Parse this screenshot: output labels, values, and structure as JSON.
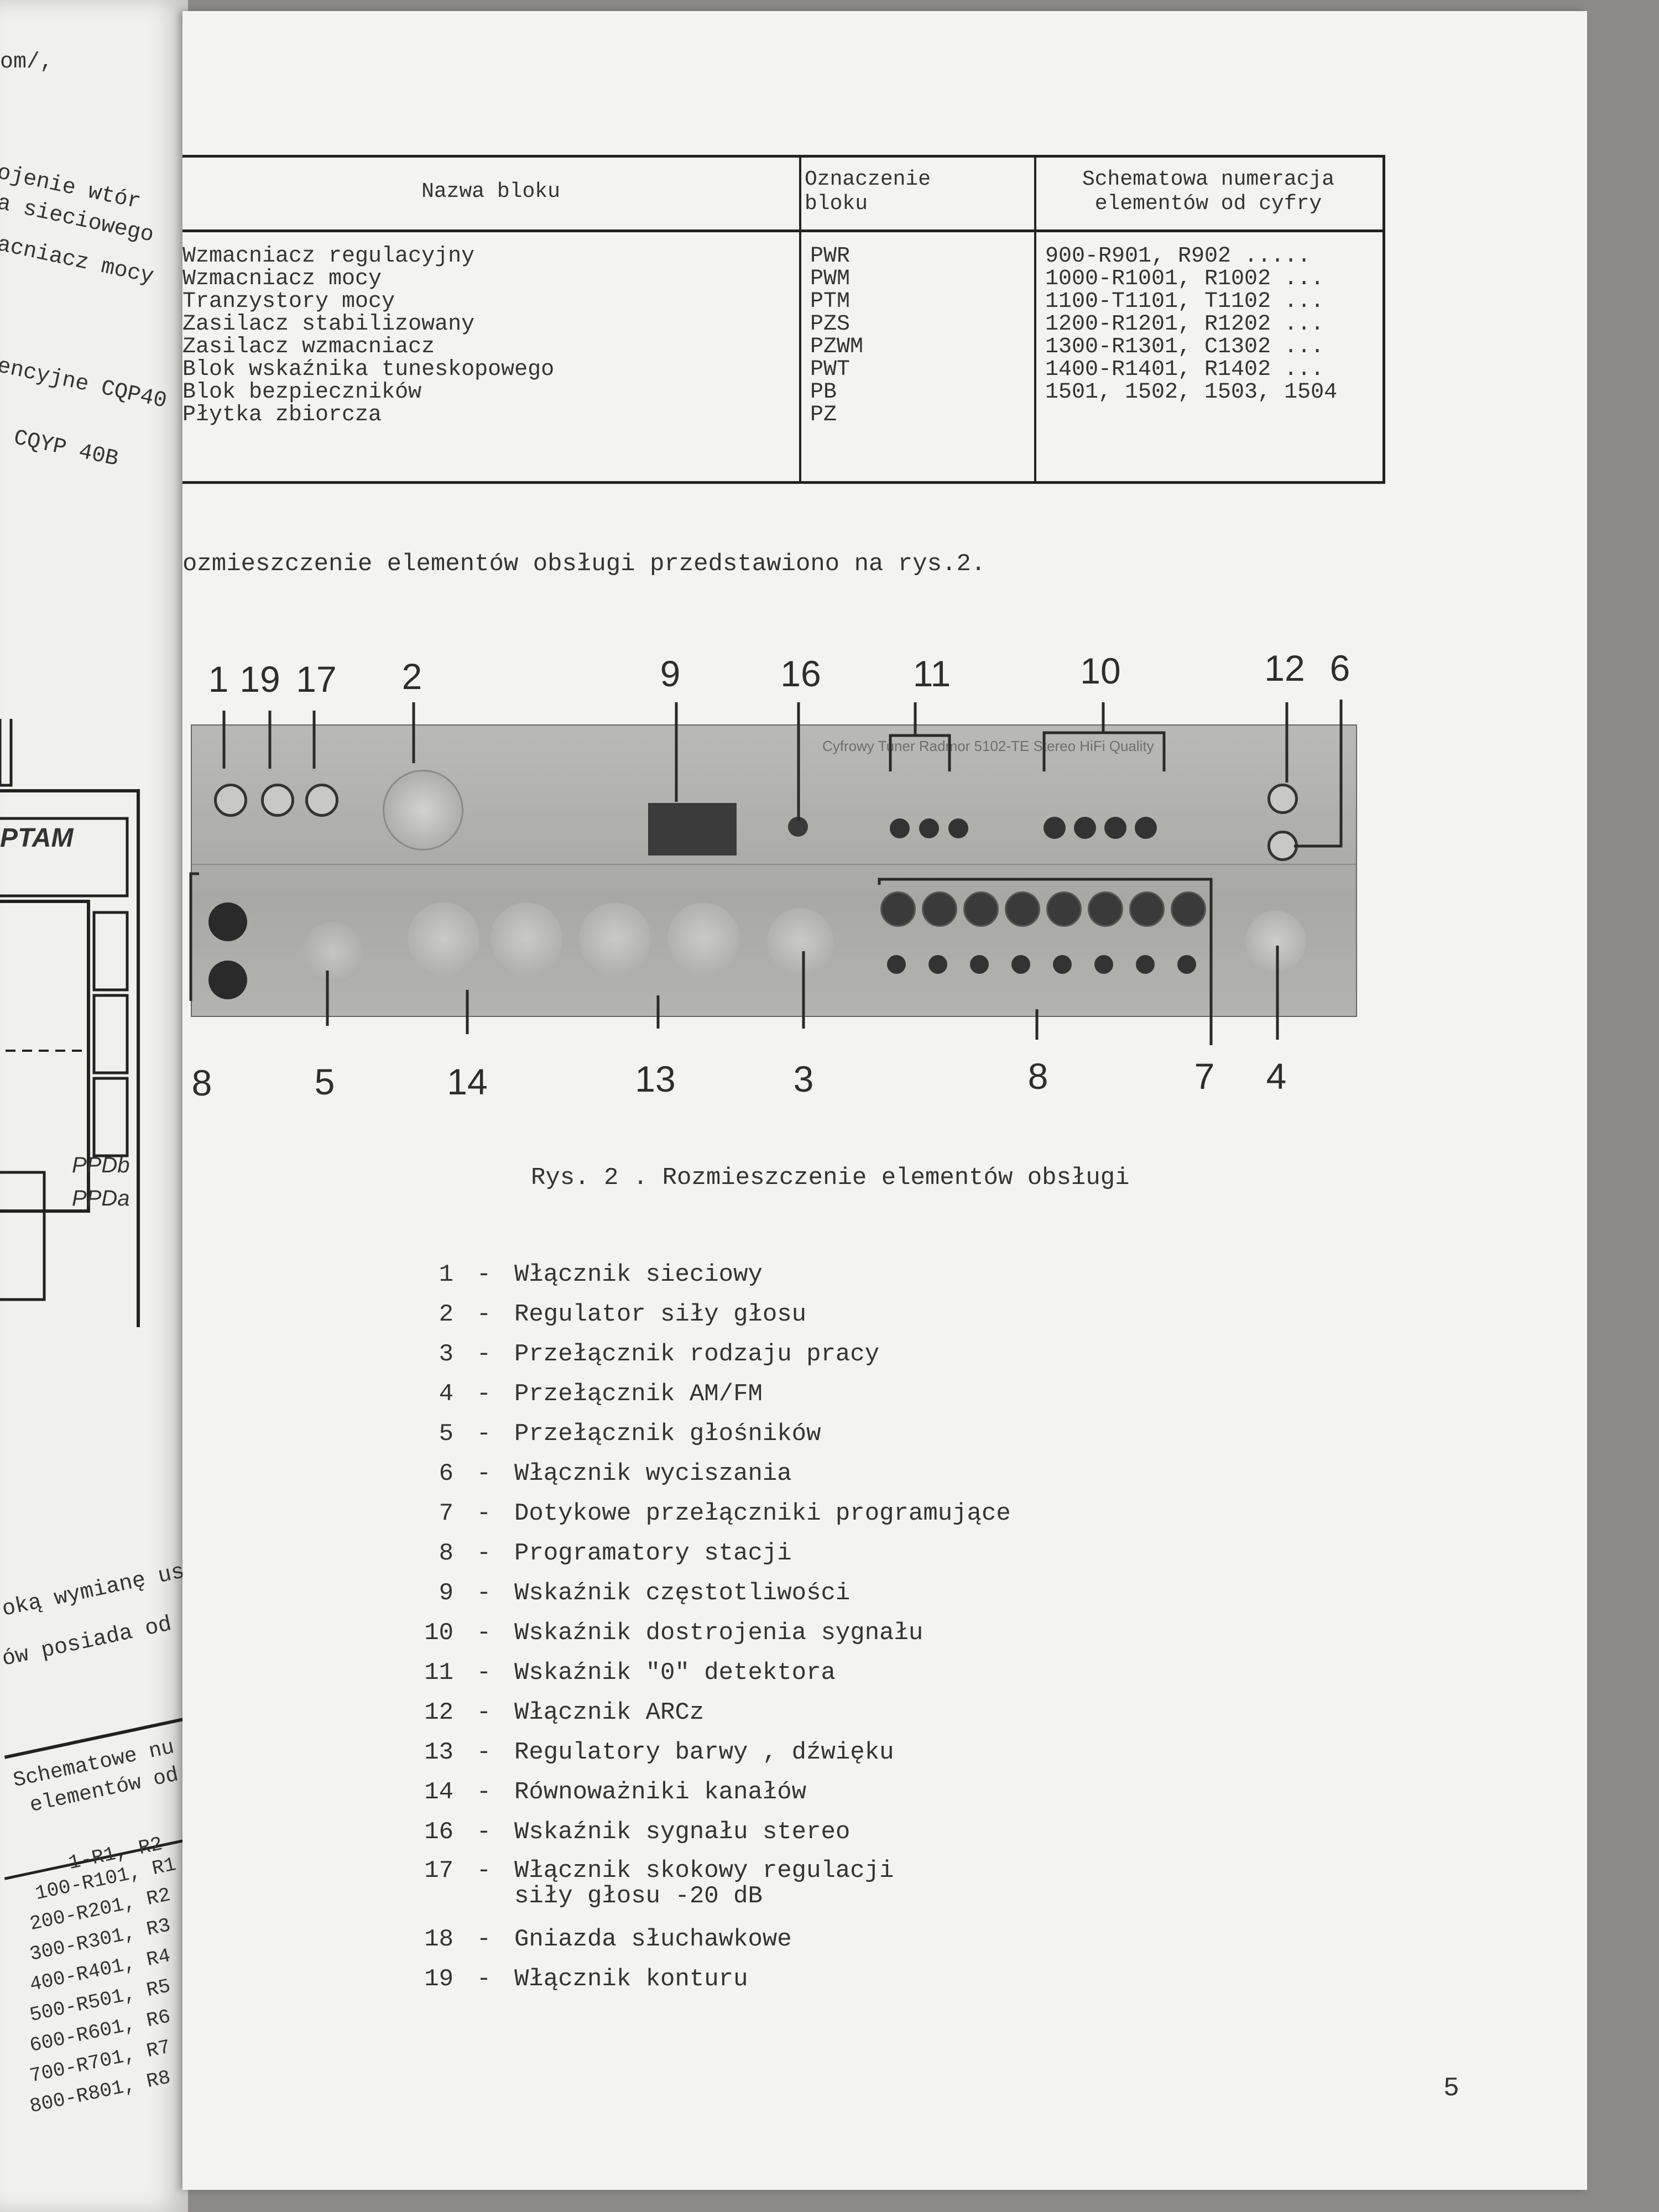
{
  "left_page": {
    "fragments": [
      "om/,",
      "ojenie wtór",
      "a sieciowego",
      "acniacz mocy",
      "encyjne CQP40",
      "CQYP 40B",
      "PTAM",
      "PPDb",
      "PPDa",
      "oką wymianę us",
      "ów posiada od",
      "Schematowe nu",
      "elementów od",
      "1-R1, R2",
      "100-R101, R1",
      "200-R201, R2",
      "300-R301, R3",
      "400-R401, R4",
      "500-R501, R5",
      "600-R601, R6",
      "700-R701, R7",
      "800-R801, R8"
    ]
  },
  "table": {
    "headers": [
      "Nazwa bloku",
      "Oznaczenie\nbloku",
      "Schematowa numeracja\nelementów od cyfry"
    ],
    "rows": [
      {
        "name": "Wzmacniacz regulacyjny",
        "code": "PWR",
        "numbering": "900-R901, R902 ....."
      },
      {
        "name": "Wzmacniacz mocy",
        "code": "PWM",
        "numbering": "1000-R1001, R1002 ..."
      },
      {
        "name": "Tranzystory mocy",
        "code": "PTM",
        "numbering": "1100-T1101, T1102 ..."
      },
      {
        "name": "Zasilacz stabilizowany",
        "code": "PZS",
        "numbering": "1200-R1201, R1202 ..."
      },
      {
        "name": "Zasilacz wzmacniacz",
        "code": "PZWM",
        "numbering": "1300-R1301, C1302 ..."
      },
      {
        "name": "Blok wskaźnika tuneskopowego",
        "code": "PWT",
        "numbering": "1400-R1401, R1402 ..."
      },
      {
        "name": "Blok bezpieczników",
        "code": "PB",
        "numbering": "1501, 1502, 1503, 1504"
      },
      {
        "name": "Płytka zbiorcza",
        "code": "PZ",
        "numbering": ""
      }
    ]
  },
  "sentence": "ozmieszczenie elementów obsługi przedstawiono na rys.2.",
  "figure": {
    "panel_text": "Cyfrowy Tuner Radmor 5102-TE Stereo HiFi Quality",
    "top_callouts": [
      "1",
      "19",
      "17",
      "2",
      "9",
      "16",
      "11",
      "10",
      "12",
      "6"
    ],
    "bottom_callouts": [
      "8",
      "5",
      "14",
      "13",
      "3",
      "8",
      "7",
      "4"
    ],
    "caption": "Rys. 2 . Rozmieszczenie elementów obsługi"
  },
  "legend": [
    {
      "num": "1",
      "text": "Włącznik sieciowy"
    },
    {
      "num": "2",
      "text": "Regulator siły głosu"
    },
    {
      "num": "3",
      "text": "Przełącznik rodzaju pracy"
    },
    {
      "num": "4",
      "text": "Przełącznik AM/FM"
    },
    {
      "num": "5",
      "text": "Przełącznik głośników"
    },
    {
      "num": "6",
      "text": "Włącznik wyciszania"
    },
    {
      "num": "7",
      "text": "Dotykowe przełączniki programujące"
    },
    {
      "num": "8",
      "text": "Programatory stacji"
    },
    {
      "num": "9",
      "text": "Wskaźnik częstotliwości"
    },
    {
      "num": "10",
      "text": "Wskaźnik dostrojenia sygnału"
    },
    {
      "num": "11",
      "text": "Wskaźnik \"0\" detektora"
    },
    {
      "num": "12",
      "text": "Włącznik ARCz"
    },
    {
      "num": "13",
      "text": "Regulatory barwy , dźwięku"
    },
    {
      "num": "14",
      "text": "Równoważniki kanałów"
    },
    {
      "num": "16",
      "text": "Wskaźnik sygnału stereo"
    },
    {
      "num": "17",
      "text": "Włącznik skokowy regulacji\nsiły głosu -20 dB"
    },
    {
      "num": "18",
      "text": "Gniazda słuchawkowe"
    },
    {
      "num": "19",
      "text": "Włącznik konturu"
    }
  ],
  "page_number": "5"
}
